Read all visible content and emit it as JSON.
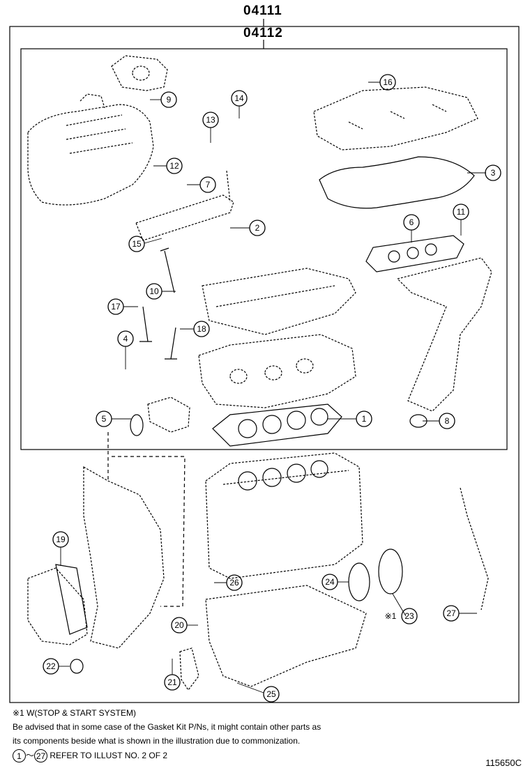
{
  "header": {
    "code_outer": "04111",
    "code_inner": "04112"
  },
  "parts": [
    {
      "num": "1"
    },
    {
      "num": "2"
    },
    {
      "num": "3"
    },
    {
      "num": "4"
    },
    {
      "num": "5"
    },
    {
      "num": "6"
    },
    {
      "num": "7"
    },
    {
      "num": "8"
    },
    {
      "num": "9"
    },
    {
      "num": "10"
    },
    {
      "num": "11"
    },
    {
      "num": "12"
    },
    {
      "num": "13"
    },
    {
      "num": "14"
    },
    {
      "num": "15"
    },
    {
      "num": "16"
    },
    {
      "num": "17"
    },
    {
      "num": "18"
    },
    {
      "num": "19"
    },
    {
      "num": "20"
    },
    {
      "num": "21"
    },
    {
      "num": "22"
    },
    {
      "num": "23",
      "prefix": "※1"
    },
    {
      "num": "24"
    },
    {
      "num": "25"
    },
    {
      "num": "26"
    },
    {
      "num": "27"
    }
  ],
  "notes": {
    "line1": "※1 W(STOP & START SYSTEM)",
    "line2": "Be advised that in some case of the Gasket Kit P/Ns,  it might contain other parts as",
    "line3": "its components beside what is shown in the illustration due to commonization.",
    "range_start": "1",
    "range_sep": "～",
    "range_end": "27",
    "range_text": "REFER TO ILLUST NO. 2 OF 2"
  },
  "figure_id": "115650C"
}
